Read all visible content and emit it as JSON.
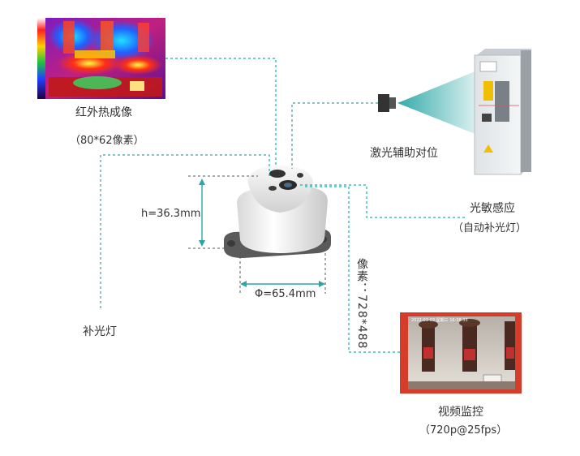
{
  "thermal": {
    "title": "红外热成像",
    "resolution": "（80*62像素）"
  },
  "laser": {
    "title": "激光辅助对位"
  },
  "photo": {
    "title": "光敏感应",
    "sub": "（自动补光灯）"
  },
  "fill_light": {
    "title": "补光灯"
  },
  "video": {
    "title": "视频监控",
    "sub": "（720p@25fps）",
    "timestamp": "2022-03-03 星期三 16:38:33"
  },
  "dims": {
    "height": "h=36.3mm",
    "diameter": "Φ=65.4mm",
    "pixels": "像素：728*488"
  },
  "colors": {
    "accent": "#2aa6a6",
    "device_body": "#f2f2f2",
    "device_base": "#555555",
    "panel_red": "#d63c2a"
  }
}
